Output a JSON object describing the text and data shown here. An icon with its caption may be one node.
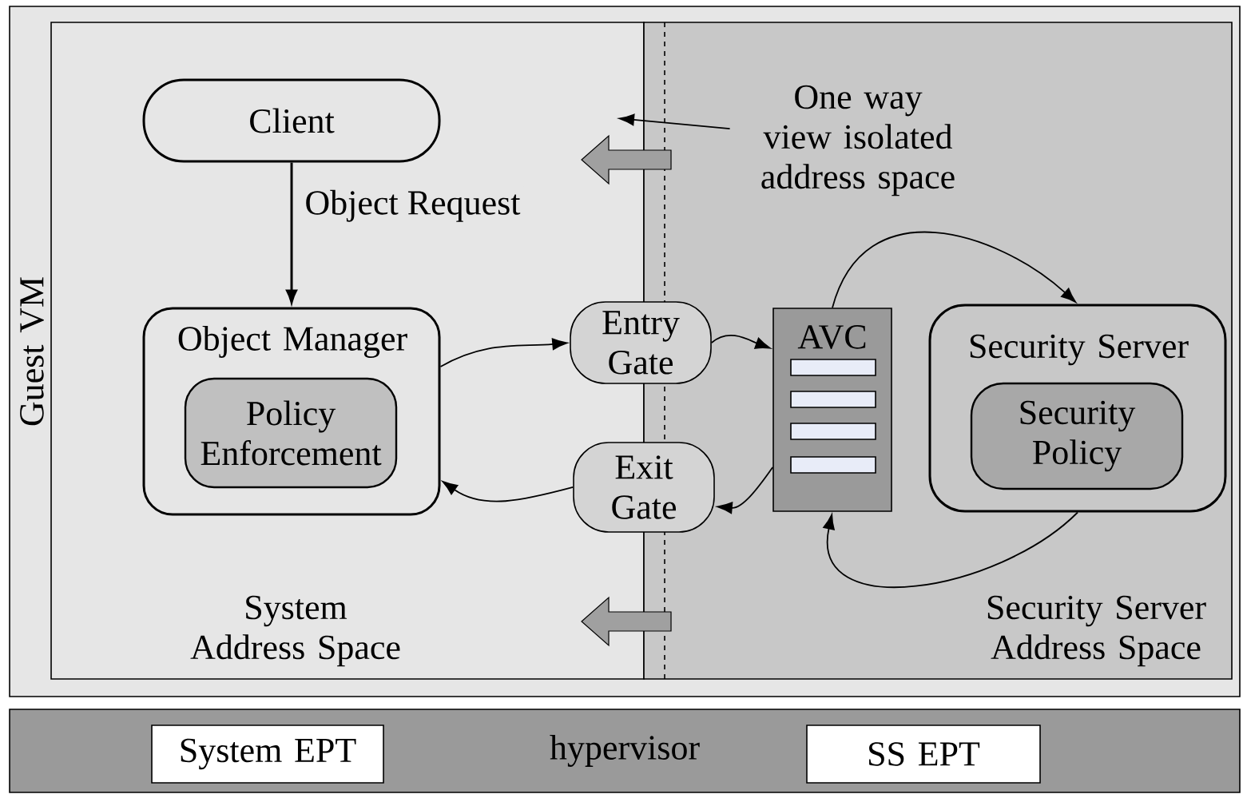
{
  "diagram": {
    "nodes": [
      {
        "text": [
          "Guest VM"
        ]
      },
      {
        "text": [
          "System Address Space"
        ],
        "in": 0
      },
      {
        "text": [
          "Security Server Address Space"
        ],
        "in": 0
      },
      {
        "text": [
          "Client"
        ],
        "in": 1
      },
      {
        "text": [
          "Object Manager"
        ],
        "in": 1
      },
      {
        "text": [
          "Policy Enforcement"
        ],
        "in": 4
      },
      {
        "text": [
          "Entry Gate"
        ],
        "in": 0
      },
      {
        "text": [
          "Exit Gate"
        ],
        "in": 0
      },
      {
        "text": [
          "AVC"
        ],
        "in": 2
      },
      {
        "text": [
          "Security Server"
        ],
        "in": 2
      },
      {
        "text": [
          "Security Policy"
        ],
        "in": 9
      },
      {
        "text": [
          "hypervisor"
        ]
      },
      {
        "text": [
          "System EPT"
        ],
        "in": 11
      },
      {
        "text": [
          "SS EPT"
        ],
        "in": 11
      },
      {
        "text": [
          "One way view isolated address space"
        ],
        "in": 2
      }
    ],
    "edges": [
      {
        "from": 3,
        "to": 4,
        "arrow": "to",
        "label": "Object Request"
      },
      {
        "from": 4,
        "to": 6,
        "arrow": "to"
      },
      {
        "from": 6,
        "to": 8,
        "arrow": "to"
      },
      {
        "from": 8,
        "to": 7,
        "arrow": "to"
      },
      {
        "from": 7,
        "to": 4,
        "arrow": "to"
      },
      {
        "from": 8,
        "to": 9,
        "arrow": "to"
      },
      {
        "from": 9,
        "to": 8,
        "arrow": "to"
      },
      {
        "from": 14,
        "to": null,
        "arrow": "to"
      }
    ]
  }
}
